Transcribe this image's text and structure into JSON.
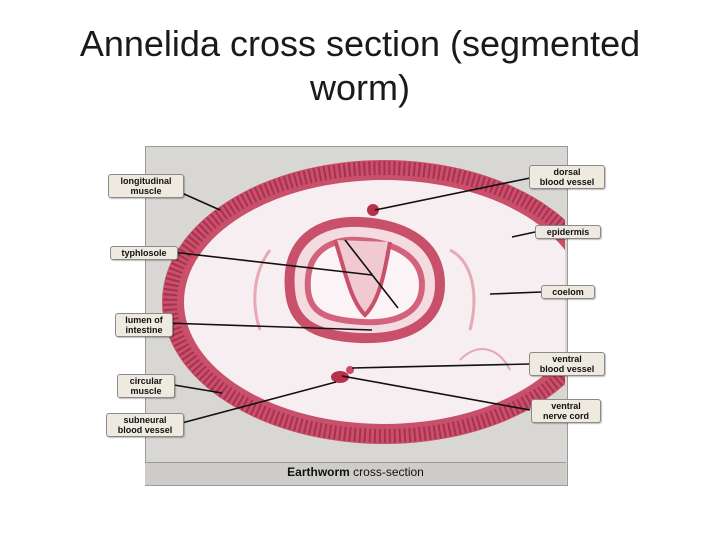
{
  "slide": {
    "title": "Annelida cross section (segmented worm)"
  },
  "figure": {
    "caption_bold": "Earthworm",
    "caption_rest": " cross-section",
    "labels": {
      "longitudinal_muscle": "longitudinal\nmuscle",
      "typhlosole": "typhlosole",
      "lumen_of_intestine": "lumen of\nintestine",
      "circular_muscle": "circular\nmuscle",
      "subneural_blood_vessel": "subneural\nblood vessel",
      "dorsal_blood_vessel": "dorsal\nblood vessel",
      "epidermis": "epidermis",
      "coelom": "coelom",
      "ventral_blood_vessel": "ventral\nblood vessel",
      "ventral_nerve_cord": "ventral\nnerve cord"
    },
    "colors": {
      "tissue": "#c8506a",
      "tissue_light": "#e8a8b4",
      "coelom_fill": "#f6eef0",
      "background": "#d9d7d3"
    }
  }
}
